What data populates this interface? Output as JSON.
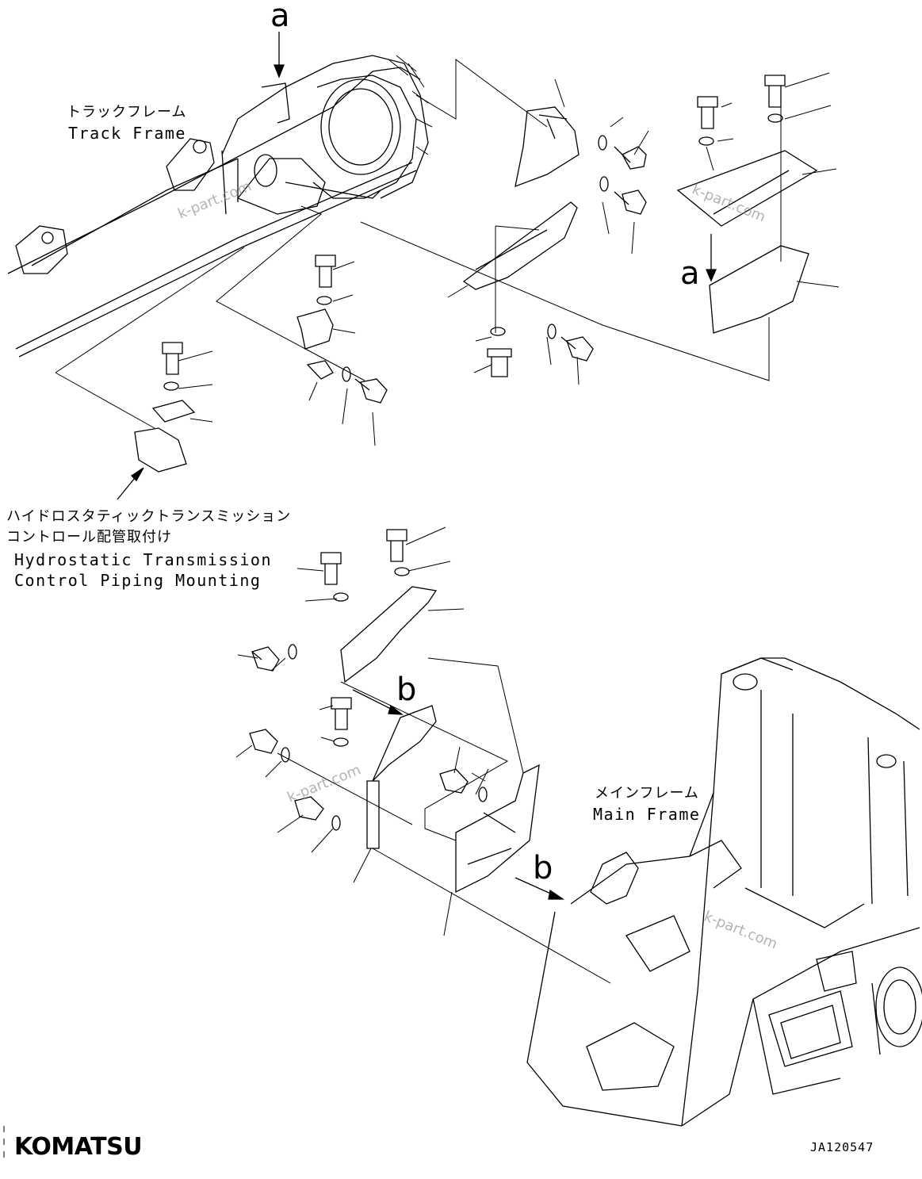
{
  "labels": {
    "track_frame_jp": "トラックフレーム",
    "track_frame_en": "Track Frame",
    "hst_jp_line1": "ハイドロスタティックトランスミッション",
    "hst_jp_line2": "コントロール配管取付け",
    "hst_en_line1": "Hydrostatic Transmission",
    "hst_en_line2": "Control Piping Mounting",
    "main_frame_jp": "メインフレーム",
    "main_frame_en": "Main Frame"
  },
  "callouts": {
    "a_top": "a",
    "a_mid": "a",
    "b_mid": "b",
    "b_low": "b"
  },
  "watermarks": [
    "k-part.com",
    "k-part.com",
    "k-part.com",
    "k-part.com"
  ],
  "brand": "KOMATSU",
  "drawing_code": "JA120547",
  "colors": {
    "line": "#000000",
    "watermark": "#9a9a9a",
    "background": "#ffffff"
  }
}
